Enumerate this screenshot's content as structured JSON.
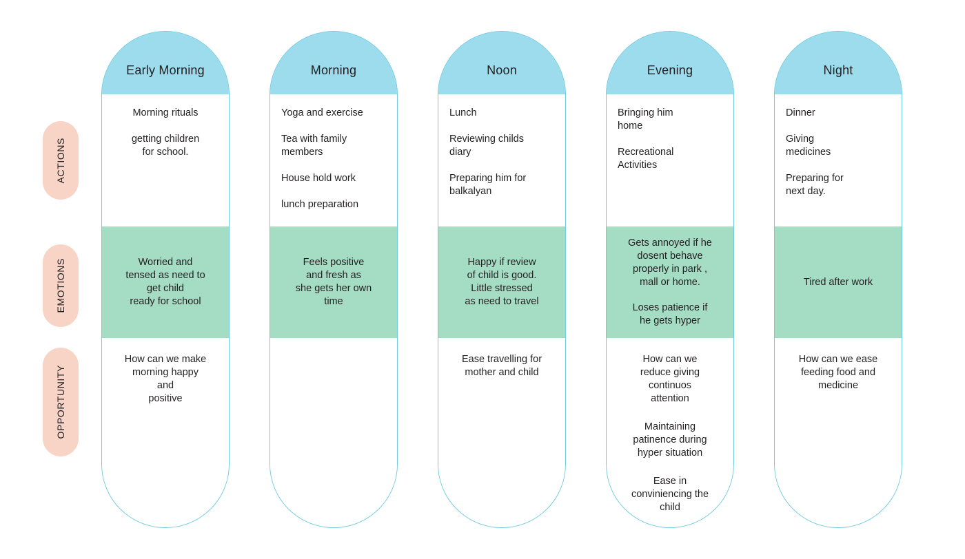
{
  "row_labels": [
    {
      "id": "actions",
      "label": "ACTIONS"
    },
    {
      "id": "emotions",
      "label": "EMOTIONS"
    },
    {
      "id": "opportunity",
      "label": "OPPORTUNITY"
    }
  ],
  "colors": {
    "header_blue": "#9ddced",
    "emotion_green": "#a4dcc4",
    "label_pink": "#f7d4c6",
    "outline_blue": "#6fcbe0",
    "text": "#231f20",
    "background": "#ffffff"
  },
  "columns": [
    {
      "title": "Early Morning",
      "actions_align": "center",
      "actions": [
        "Morning rituals",
        "getting children\nfor school."
      ],
      "emotions": [
        "Worried  and\ntensed as need to\nget child\nready for school"
      ],
      "opportunity": [
        "How can we make\nmorning happy\nand\npositive"
      ]
    },
    {
      "title": "Morning",
      "actions_align": "left",
      "actions": [
        "Yoga and exercise",
        "Tea with family\nmembers",
        "House hold work",
        "lunch preparation"
      ],
      "emotions": [
        "Feels positive\nand fresh as\nshe gets her own\ntime"
      ],
      "opportunity": []
    },
    {
      "title": "Noon",
      "actions_align": "left",
      "actions": [
        "Lunch",
        "Reviewing childs\ndiary",
        "Preparing him for\nbalkalyan"
      ],
      "emotions": [
        "Happy if review\nof child is good.\nLittle stressed\nas need to travel"
      ],
      "opportunity": [
        "Ease travelling for\nmother and child"
      ]
    },
    {
      "title": "Evening",
      "actions_align": "left",
      "actions": [
        "Bringing him\nhome",
        "Recreational\nActivities"
      ],
      "emotions": [
        "Gets annoyed if he\ndosent behave\nproperly in park ,\nmall or home.",
        "Loses patience if\nhe gets hyper"
      ],
      "opportunity": [
        "How can we\nreduce giving\ncontinuos\nattention",
        "Maintaining\npatinence during\nhyper situation",
        "Ease in\nconviniencing the\nchild"
      ]
    },
    {
      "title": "Night",
      "actions_align": "left",
      "actions": [
        "Dinner",
        "Giving\nmedicines",
        "Preparing for\nnext day."
      ],
      "emotions": [
        "Tired after work"
      ],
      "opportunity": [
        "How can we ease\nfeeding food and\nmedicine"
      ]
    }
  ]
}
